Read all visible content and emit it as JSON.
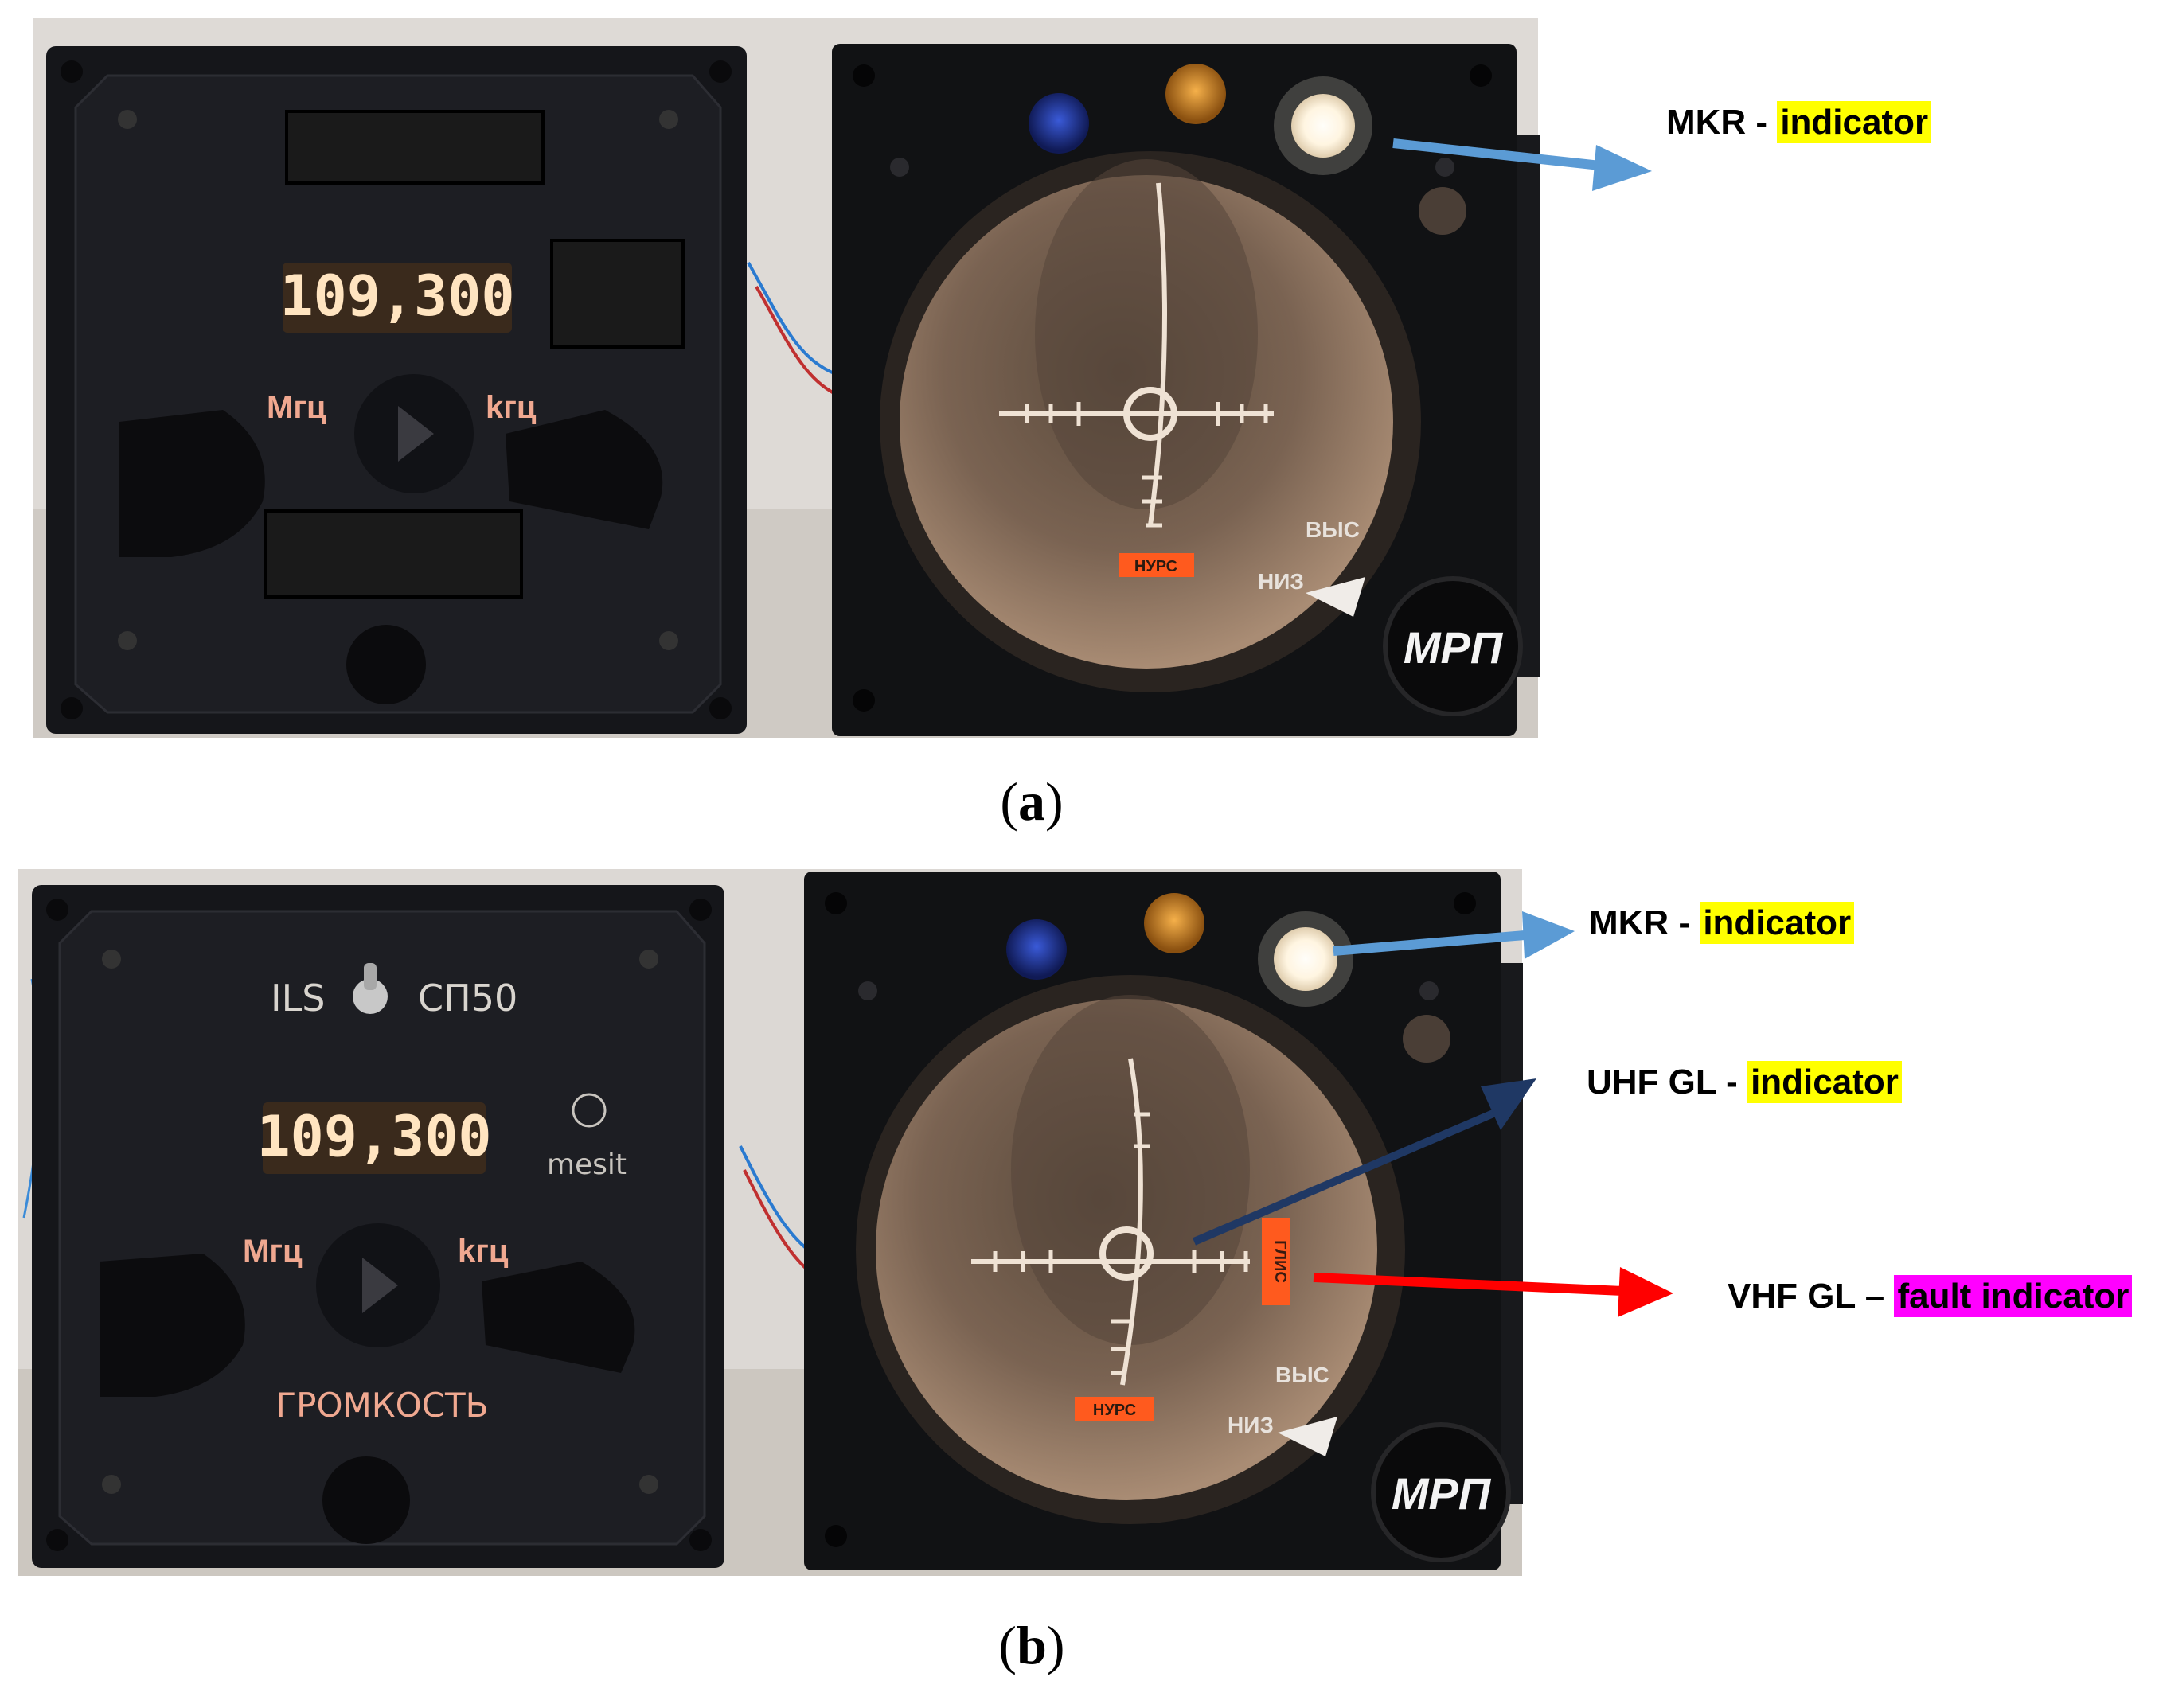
{
  "panel_a": {
    "caption_letter": "a",
    "frequency": "109,300",
    "labels": {
      "mhz": "Мгц",
      "khz": "kгц",
      "course": "НУРС",
      "high": "ВЫС",
      "low": "НИЗ",
      "knob": "МРП"
    },
    "annotations": [
      {
        "prefix": "MKR - ",
        "highlight": "indicator",
        "highlight_color": "#ffff00",
        "arrow_color": "#5b9bd5"
      }
    ]
  },
  "panel_b": {
    "caption_letter": "b",
    "frequency": "109,300",
    "labels": {
      "ils": "ILS",
      "sp50": "СП50",
      "brand": "mesit",
      "mhz": "Мгц",
      "khz": "kгц",
      "volume": "ГРОМКОСТЬ",
      "course": "НУРС",
      "glide": "ГЛИС",
      "high": "ВЫС",
      "low": "НИЗ",
      "knob": "МРП"
    },
    "annotations": [
      {
        "prefix": "MKR - ",
        "highlight": "indicator",
        "highlight_color": "#ffff00",
        "arrow_color": "#5b9bd5"
      },
      {
        "prefix": "UHF GL - ",
        "highlight": "indicator",
        "highlight_color": "#ffff00",
        "arrow_color": "#1f3864"
      },
      {
        "prefix": "VHF GL – ",
        "highlight": "fault indicator",
        "highlight_color": "#ff00ff",
        "arrow_color": "#ff0000"
      }
    ]
  }
}
